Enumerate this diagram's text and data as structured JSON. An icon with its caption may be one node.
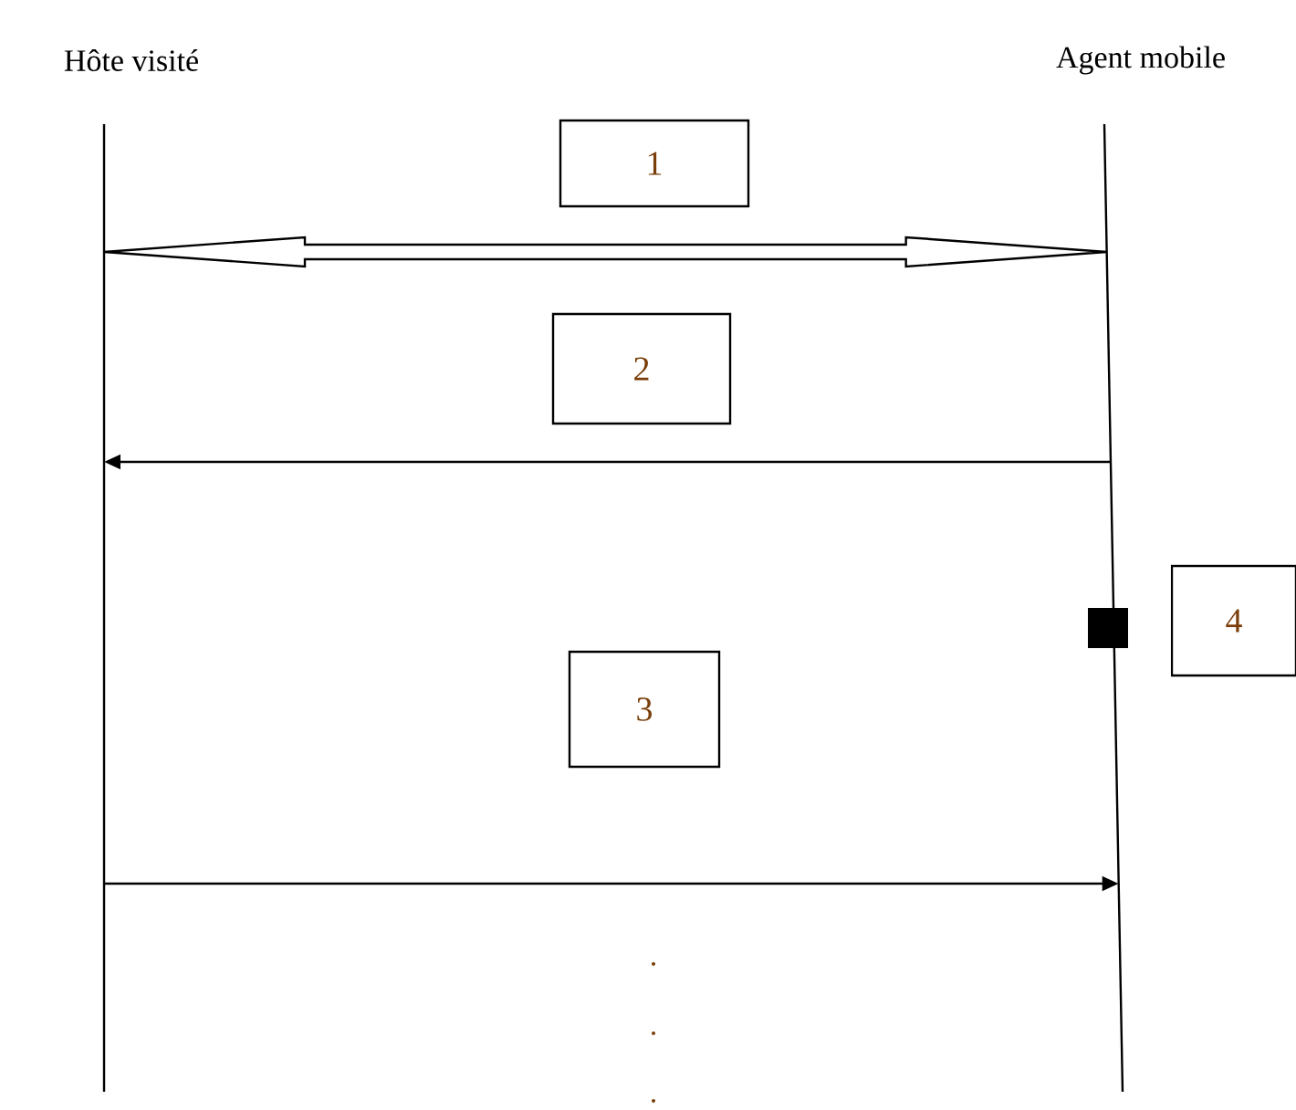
{
  "diagram": {
    "nodes": [
      {
        "text": [
          "Hôte visité"
        ]
      },
      {
        "text": [
          "Agent mobile"
        ]
      },
      {
        "text": [
          "1"
        ]
      },
      {
        "text": [
          "2"
        ]
      },
      {
        "text": [
          "3"
        ]
      },
      {
        "text": [
          "4"
        ]
      }
    ],
    "edges": [
      {
        "from": 0,
        "to": 1,
        "arrow": "both",
        "style": "thick"
      },
      {
        "from": 1,
        "to": 0,
        "arrow": "to"
      },
      {
        "from": 0,
        "to": 1,
        "arrow": "to"
      }
    ],
    "labels": [
      ".",
      ".",
      "."
    ]
  }
}
